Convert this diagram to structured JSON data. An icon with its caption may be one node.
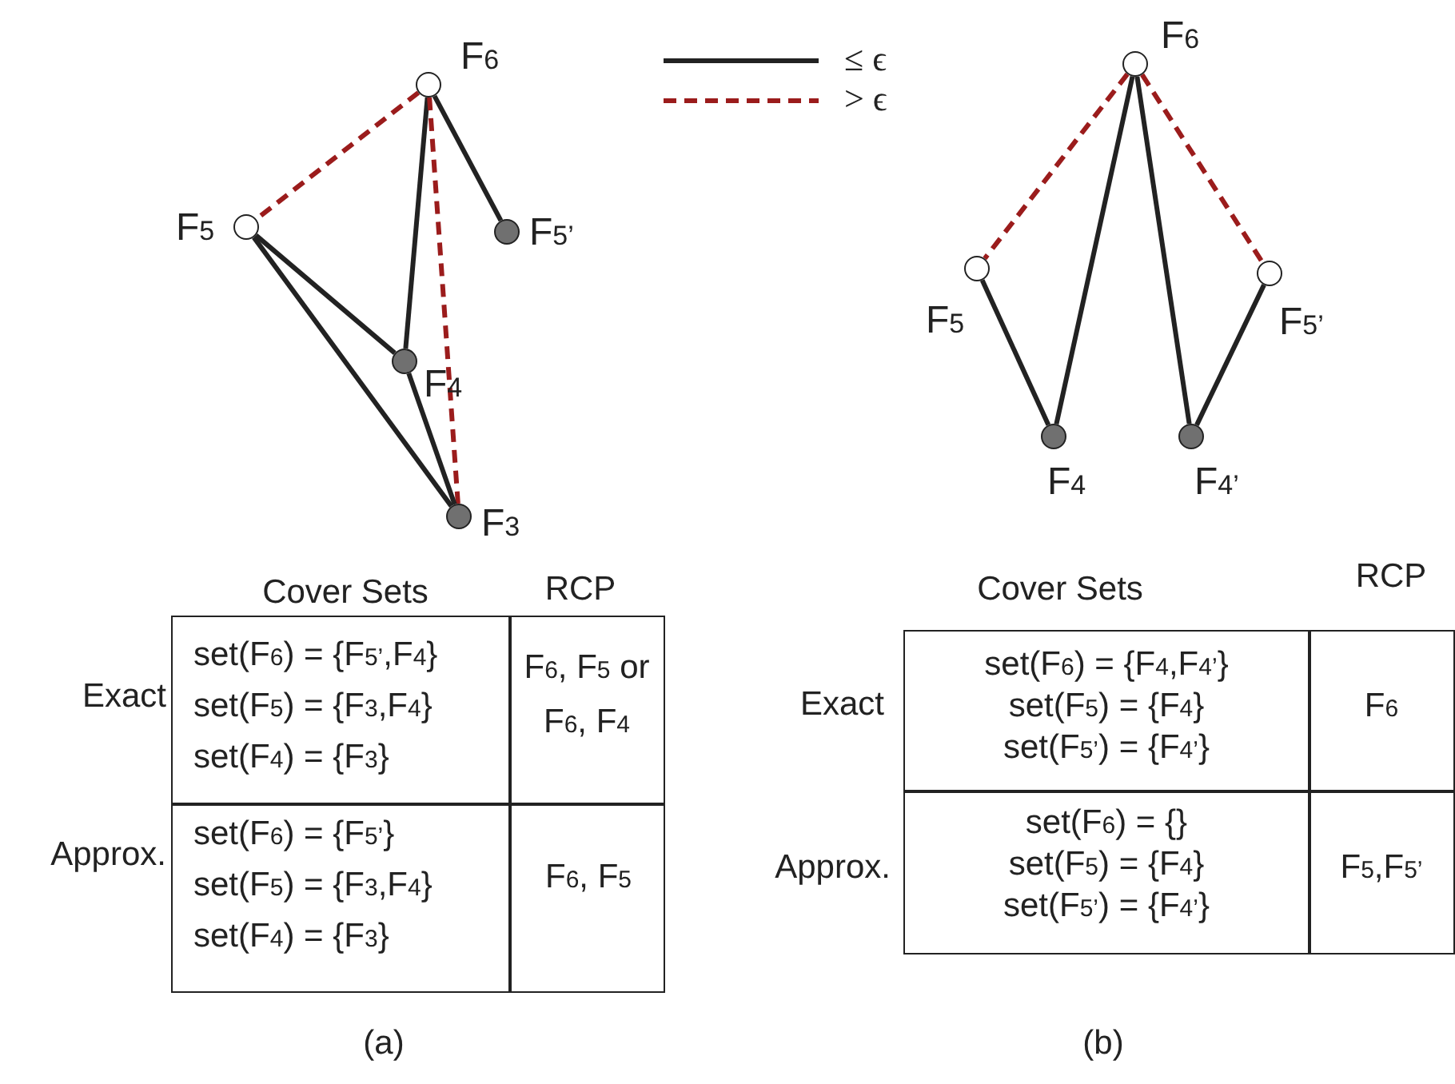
{
  "diagram": {
    "nodes": [
      {
        "text": [],
        "shape": "circle",
        "beside": [
          "F$_{6}$"
        ]
      },
      {
        "text": [],
        "shape": "circle",
        "beside": [
          "F$_{5}$"
        ]
      },
      {
        "text": [],
        "shape": "circle",
        "beside": [
          "F$_{5’}$"
        ]
      },
      {
        "text": [],
        "shape": "circle",
        "beside": [
          "F$_{4}$"
        ]
      },
      {
        "text": [],
        "shape": "circle",
        "beside": [
          "F$_{3}$"
        ]
      },
      {
        "text": [],
        "shape": "circle",
        "beside": [
          "F$_{6}$"
        ]
      },
      {
        "text": [],
        "shape": "circle",
        "beside": [
          "F$_{5}$"
        ]
      },
      {
        "text": [],
        "shape": "circle",
        "beside": [
          "F$_{5’}$"
        ]
      },
      {
        "text": [],
        "shape": "circle",
        "beside": [
          "F$_{4}$"
        ]
      },
      {
        "text": [],
        "shape": "circle",
        "beside": [
          "F$_{4’}$"
        ]
      }
    ],
    "edges": [
      {
        "from": 0,
        "to": 1,
        "arrow": "none",
        "style": "dashed",
        "color": "#9b1c1c"
      },
      {
        "from": 0,
        "to": 2,
        "arrow": "none"
      },
      {
        "from": 0,
        "to": 3,
        "arrow": "none"
      },
      {
        "from": 0,
        "to": 4,
        "arrow": "none",
        "style": "dashed",
        "color": "#9b1c1c"
      },
      {
        "from": 1,
        "to": 3,
        "arrow": "none"
      },
      {
        "from": 1,
        "to": 4,
        "arrow": "none"
      },
      {
        "from": 3,
        "to": 4,
        "arrow": "none"
      },
      {
        "from": 5,
        "to": 6,
        "arrow": "none",
        "style": "dashed",
        "color": "#9b1c1c"
      },
      {
        "from": 5,
        "to": 8,
        "arrow": "none"
      },
      {
        "from": 5,
        "to": 9,
        "arrow": "none"
      },
      {
        "from": 5,
        "to": 7,
        "arrow": "none",
        "style": "dashed",
        "color": "#9b1c1c"
      },
      {
        "from": 6,
        "to": 8,
        "arrow": "none"
      },
      {
        "from": 7,
        "to": 9,
        "arrow": "none"
      }
    ],
    "labels": [
      "Cover Sets",
      "RCP",
      "Exact",
      "set(F$_{6}$) = {F$_{5’}$,F$_{4}$}",
      "set(F$_{5}$) = {F$_{3}$,F$_{4}$}",
      "set(F$_{4}$) = {F$_{3}$}",
      "F$_{6}$, F$_{5}$ or F$_{6}$, F$_{4}$",
      "Approx.",
      "set(F$_{6}$) = {F$_{5’}$}",
      "set(F$_{5}$) = {F$_{3}$,F$_{4}$}",
      "set(F$_{4}$) = {F$_{3}$}",
      "F$_{6}$, F$_{5}$",
      "Cover Sets",
      "RCP",
      "Exact",
      "set(F$_{6}$) = {F$_{4}$,F$_{4’}$}",
      "set(F$_{5}$) = {F$_{4}$}",
      "set(F$_{5’}$) = {F$_{4’}$}",
      "F$_{6}$",
      "Approx.",
      "set(F$_{6}$) = {}",
      "set(F$_{5}$) = {F$_{4}$}",
      "set(F$_{5’}$) = {F$_{4’}$}",
      "F$_{5}$,F$_{5’}$",
      "(a)",
      "(b)"
    ],
    "legend": [
      {
        "text": "≤ ϵ"
      },
      {
        "text": "> ϵ"
      }
    ]
  }
}
